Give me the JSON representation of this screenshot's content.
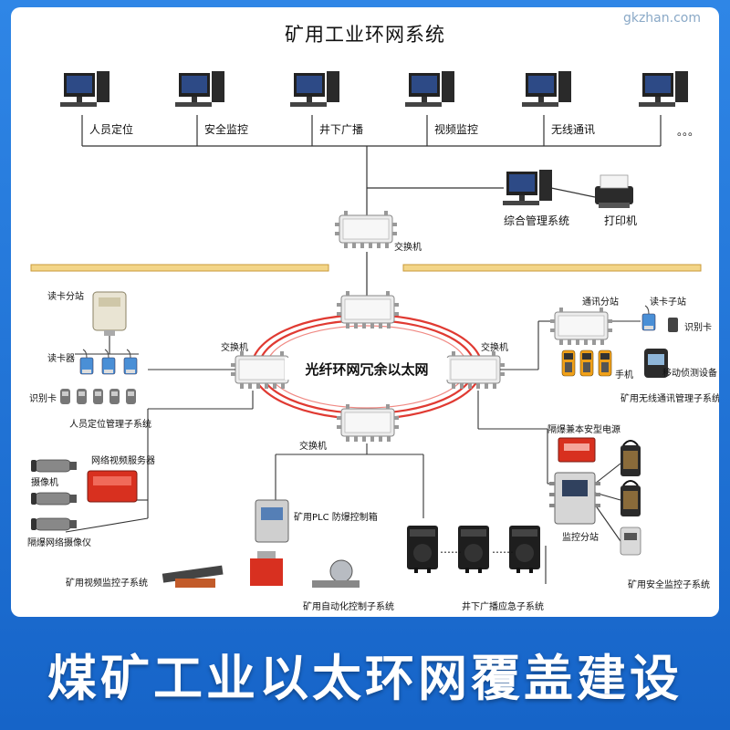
{
  "watermark": "gkzhan.com",
  "title": "矿用工业环网系统",
  "banner": "煤矿工业以太环网覆盖建设",
  "top_terminals": [
    "人员定位",
    "安全监控",
    "井下广播",
    "视频监控",
    "无线通讯",
    "。。。"
  ],
  "management": {
    "console": "综合管理系统",
    "printer": "打印机"
  },
  "switch_label": "交换机",
  "ring_label": "光纤环网冗余以太网",
  "personnel": {
    "station": "读卡分站",
    "reader": "读卡器",
    "card": "识别卡",
    "subsystem": "人员定位管理子系统"
  },
  "wireless": {
    "station": "通讯分站",
    "substation": "读卡子站",
    "card": "识别卡",
    "phone": "手机",
    "detector": "移动侦测设备",
    "subsystem": "矿用无线通讯管理子系统"
  },
  "video": {
    "server": "网络视频服务器",
    "camera": "摄像机",
    "explosion_camera": "隔爆网络摄像仪",
    "subsystem": "矿用视频监控子系统"
  },
  "automation": {
    "plc": "矿用PLC 防爆控制箱",
    "subsystem": "矿用自动化控制子系统"
  },
  "broadcast": {
    "subsystem": "井下广播应急子系统"
  },
  "safety": {
    "power": "隔爆兼本安型电源",
    "station": "监控分站",
    "subsystem": "矿用安全监控子系统"
  },
  "colors": {
    "ring": "#e03a32",
    "ground": "#d6a94a",
    "banner": "#1c6fd1"
  }
}
